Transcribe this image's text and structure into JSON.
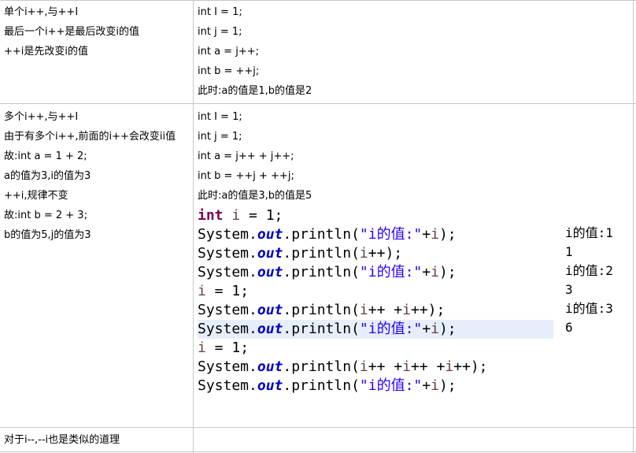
{
  "row1": {
    "left": [
      "单个i++,与++I",
      "最后一个i++是最后改变i的值",
      "++i是先改变i的值"
    ],
    "right": [
      "int I = 1;",
      "int j =  1;",
      "int a = j++;",
      "int b = ++j;",
      "此时:a的值是1,b的值是2"
    ]
  },
  "row2": {
    "left": [
      "多个i++,与++I",
      "由于有多个i++,前面的i++会改变ii值",
      "故:int a = 1 + 2;",
      "a的值为3,i的值为3",
      "++i,规律不变",
      "故:int b = 2 + 3;",
      "b的值为5,j的值为3"
    ],
    "right": [
      "int I = 1;",
      "int j =  1;",
      "int a = j++ + j++;",
      "int b = ++j + ++j;",
      "此时:a的值是3,b的值是5"
    ]
  },
  "code": {
    "highlight_color": "#e6eefb",
    "lines": [
      [
        {
          "t": "int",
          "c": "kw"
        },
        {
          "t": " "
        },
        {
          "t": "i",
          "c": "var"
        },
        {
          "t": " = 1;"
        }
      ],
      [
        {
          "t": "System."
        },
        {
          "t": "out",
          "c": "fld"
        },
        {
          "t": ".println("
        },
        {
          "t": "\"i的值:\"",
          "c": "str"
        },
        {
          "t": "+"
        },
        {
          "t": "i",
          "c": "var"
        },
        {
          "t": ");"
        }
      ],
      [
        {
          "t": "System."
        },
        {
          "t": "out",
          "c": "fld"
        },
        {
          "t": ".println("
        },
        {
          "t": "i",
          "c": "var"
        },
        {
          "t": "++);"
        }
      ],
      [
        {
          "t": "System."
        },
        {
          "t": "out",
          "c": "fld"
        },
        {
          "t": ".println("
        },
        {
          "t": "\"i的值:\"",
          "c": "str"
        },
        {
          "t": "+"
        },
        {
          "t": "i",
          "c": "var"
        },
        {
          "t": ");"
        }
      ],
      [
        {
          "t": "i",
          "c": "var"
        },
        {
          "t": " = 1;"
        }
      ],
      [
        {
          "t": "System."
        },
        {
          "t": "out",
          "c": "fld"
        },
        {
          "t": ".println("
        },
        {
          "t": "i",
          "c": "var"
        },
        {
          "t": "++ +"
        },
        {
          "t": "i",
          "c": "var"
        },
        {
          "t": "++);"
        }
      ],
      [
        {
          "t": "System."
        },
        {
          "t": "out",
          "c": "fld"
        },
        {
          "t": ".println("
        },
        {
          "t": "\"i的值:\"",
          "c": "str"
        },
        {
          "t": "+"
        },
        {
          "t": "i",
          "c": "var"
        },
        {
          "t": ");"
        }
      ],
      [
        {
          "t": "i",
          "c": "var"
        },
        {
          "t": " = 1;"
        }
      ],
      [
        {
          "t": "System."
        },
        {
          "t": "out",
          "c": "fld"
        },
        {
          "t": ".println("
        },
        {
          "t": "i",
          "c": "var"
        },
        {
          "t": "++ +"
        },
        {
          "t": "i",
          "c": "var"
        },
        {
          "t": "++ +"
        },
        {
          "t": "i",
          "c": "var"
        },
        {
          "t": "++);"
        }
      ],
      [
        {
          "t": "System."
        },
        {
          "t": "out",
          "c": "fld"
        },
        {
          "t": ".println("
        },
        {
          "t": "\"i的值:\"",
          "c": "str"
        },
        {
          "t": "+"
        },
        {
          "t": "i",
          "c": "var"
        },
        {
          "t": ");"
        }
      ]
    ]
  },
  "output": [
    "i的值:1",
    "1",
    "i的值:2",
    "3",
    "i的值:3",
    "6"
  ],
  "row3": {
    "left": "对于i--,--i也是类似的道理",
    "right": ""
  }
}
